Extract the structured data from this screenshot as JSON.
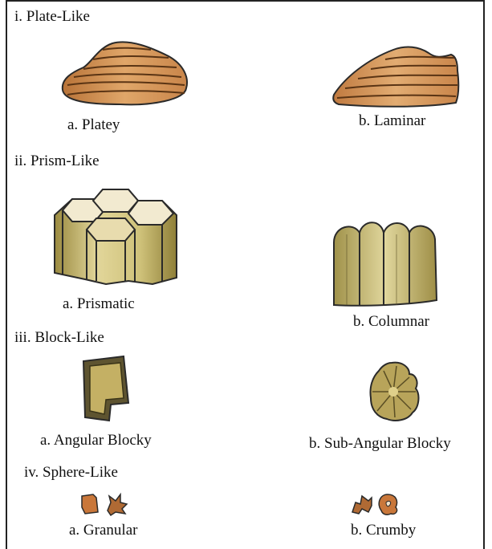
{
  "sections": [
    {
      "heading": "i. Plate-Like",
      "items": [
        {
          "label": "a. Platey",
          "icon": "platey-structure-icon"
        },
        {
          "label": "b. Laminar",
          "icon": "laminar-structure-icon"
        }
      ]
    },
    {
      "heading": "ii. Prism-Like",
      "items": [
        {
          "label": "a. Prismatic",
          "icon": "prismatic-structure-icon"
        },
        {
          "label": "b. Columnar",
          "icon": "columnar-structure-icon"
        }
      ]
    },
    {
      "heading": "iii. Block-Like",
      "items": [
        {
          "label": "a. Angular Blocky",
          "icon": "angular-blocky-icon"
        },
        {
          "label": "b. Sub-Angular Blocky",
          "icon": "sub-angular-blocky-icon"
        }
      ]
    },
    {
      "heading": "iv. Sphere-Like",
      "items": [
        {
          "label": "a. Granular",
          "icon": "granular-icon"
        },
        {
          "label": "b. Crumby",
          "icon": "crumby-icon"
        }
      ]
    }
  ],
  "colors": {
    "soil_brown": "#d89a5c",
    "soil_dark": "#c07a40",
    "prism_khaki": "#cfc27a",
    "prism_shade": "#a89a52",
    "block_fill": "#c4b064",
    "outline": "#2a2a2a",
    "border": "#222222"
  }
}
